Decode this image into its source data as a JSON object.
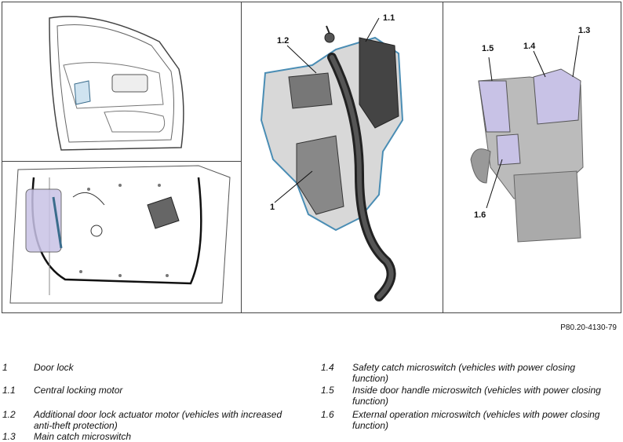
{
  "figure": {
    "reference": "P80.20-4130-79",
    "callouts": {
      "c1": "1",
      "c1_1": "1.1",
      "c1_2": "1.2",
      "c1_3": "1.3",
      "c1_4": "1.4",
      "c1_5": "1.5",
      "c1_6": "1.6"
    }
  },
  "legend": [
    {
      "num": "1",
      "text": "Door lock"
    },
    {
      "num": "1.1",
      "text": "Central locking motor"
    },
    {
      "num": "1.2",
      "text": "Additional door lock actuator motor (vehicles with increased anti-theft protection)"
    },
    {
      "num": "1.3",
      "text": "Main catch microswitch"
    },
    {
      "num": "1.4",
      "text": "Safety catch microswitch (vehicles with power closing function)"
    },
    {
      "num": "1.5",
      "text": "Inside door handle microswitch (vehicles with power closing function)"
    },
    {
      "num": "1.6",
      "text": "External operation microswitch (vehicles with power closing function)"
    }
  ]
}
